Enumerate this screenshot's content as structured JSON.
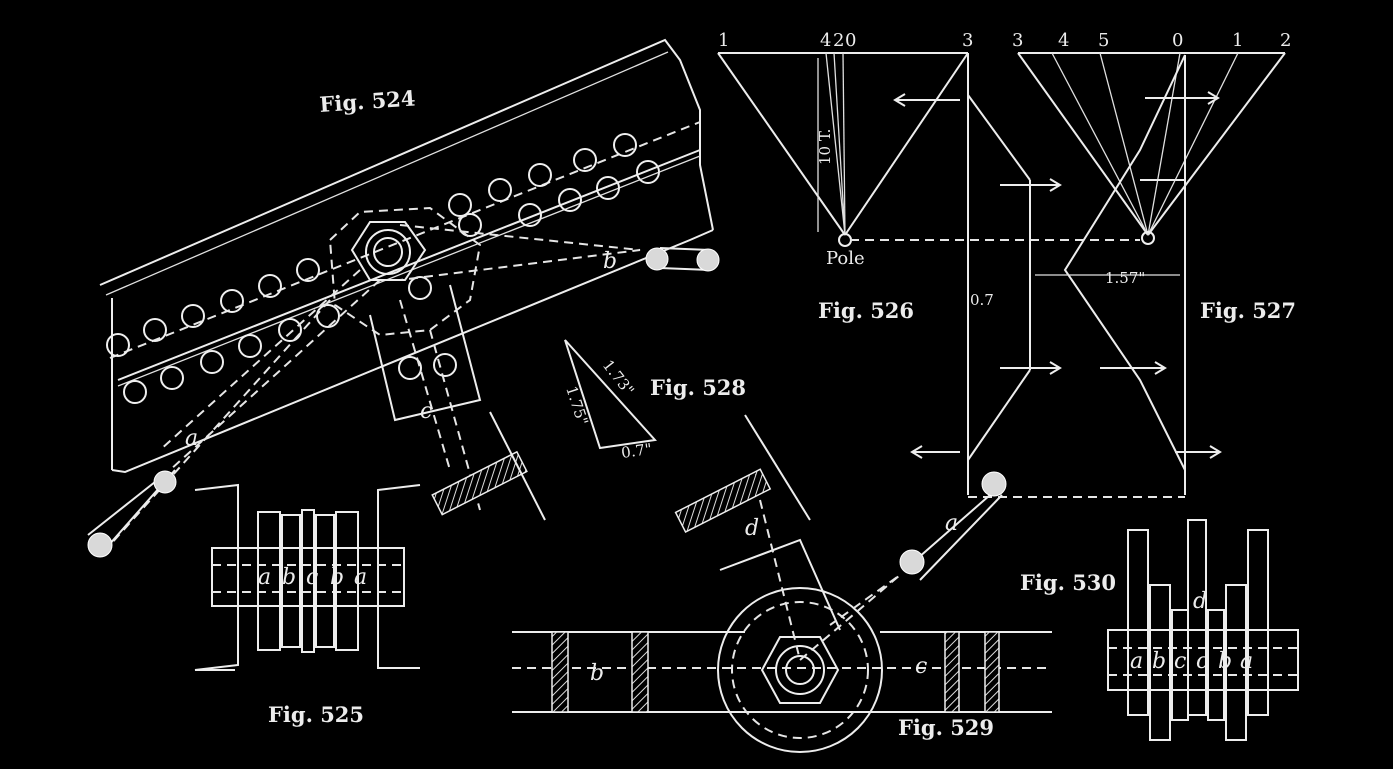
{
  "figures": {
    "fig524": "Fig. 524",
    "fig525": "Fig. 525",
    "fig526": "Fig. 526",
    "fig527": "Fig. 527",
    "fig528": "Fig. 528",
    "fig529": "Fig. 529",
    "fig530": "Fig. 530"
  },
  "fig524_labels": {
    "a": "a",
    "b": "b",
    "c": "c"
  },
  "fig525_labels": [
    "a",
    "b",
    "c",
    "b",
    "a"
  ],
  "fig526_labels": {
    "top": [
      "1",
      "4",
      "2",
      "0",
      "3"
    ],
    "load": "10 T.",
    "pole": "Pole",
    "dim": "0.7"
  },
  "fig527_labels": {
    "top": [
      "3",
      "4",
      "5",
      "0",
      "1",
      "2"
    ],
    "dim": "1.57\""
  },
  "fig528_labels": {
    "s1": "1.73\"",
    "s2": "1.75\"",
    "s3": "0.7\""
  },
  "fig529_labels": {
    "a": "a",
    "b": "b",
    "c": "c",
    "d": "d"
  },
  "fig530_labels": {
    "d": "d",
    "row": [
      "a",
      "b",
      "c",
      "c",
      "b",
      "a"
    ]
  }
}
